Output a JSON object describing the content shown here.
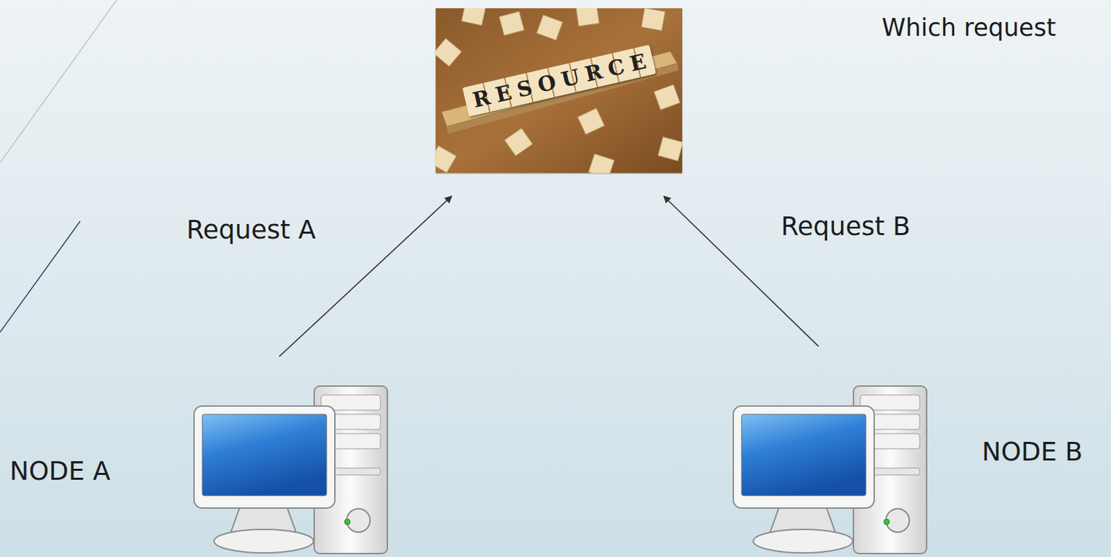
{
  "diagram": {
    "nodes": [
      {
        "text": [
          "RESOURCE"
        ]
      },
      {
        "text": [
          "NODE A"
        ]
      },
      {
        "text": [
          "NODE B"
        ]
      }
    ],
    "edges": [
      {
        "from": 1,
        "to": 0,
        "label": "Request A",
        "arrow": "to"
      },
      {
        "from": 2,
        "to": 0,
        "label": "Request B",
        "arrow": "to"
      }
    ],
    "labels": [
      "Which request"
    ]
  }
}
